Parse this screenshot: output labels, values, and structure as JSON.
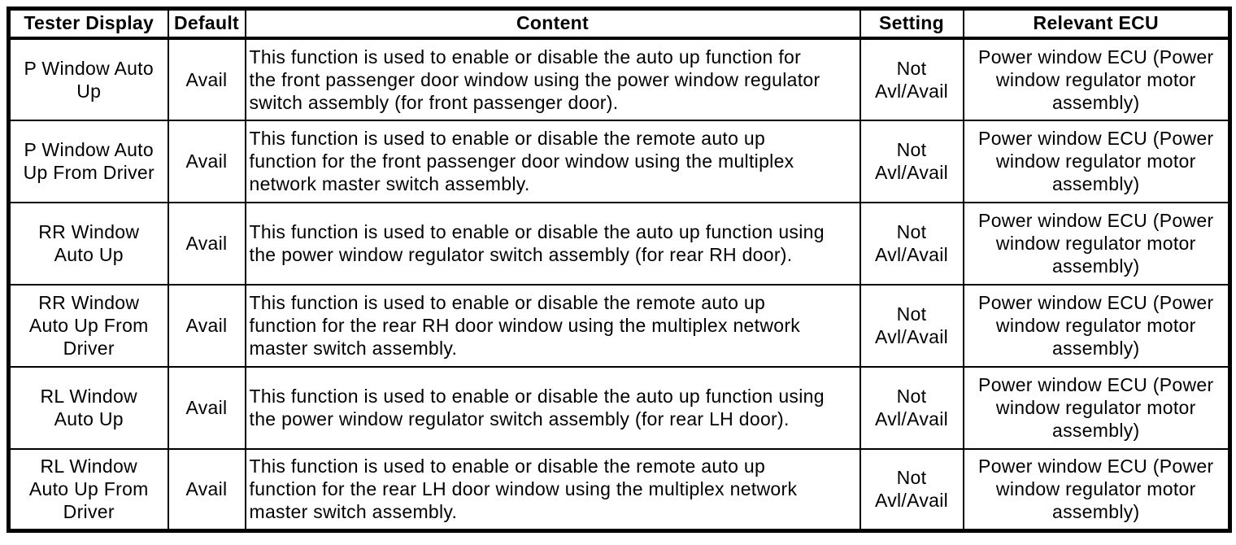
{
  "colors": {
    "background": "#ffffff",
    "text": "#000000",
    "border": "#000000"
  },
  "table": {
    "columns": [
      {
        "key": "tester_display",
        "label": "Tester Display"
      },
      {
        "key": "default",
        "label": "Default"
      },
      {
        "key": "content",
        "label": "Content"
      },
      {
        "key": "setting",
        "label": "Setting"
      },
      {
        "key": "relevant_ecu",
        "label": "Relevant ECU"
      }
    ],
    "rows": [
      {
        "tester_display": "P Window Auto\nUp",
        "default": "Avail",
        "content": "This function is used to enable or disable the auto up function for\nthe front passenger door window using the power window regulator\nswitch assembly (for front passenger door).",
        "setting": "Not\nAvl/Avail",
        "relevant_ecu": "Power window ECU (Power\nwindow regulator motor\nassembly)"
      },
      {
        "tester_display": "P Window Auto\nUp From Driver",
        "default": "Avail",
        "content": "This function is used to enable or disable the remote auto up\nfunction for the front passenger door window using the multiplex\nnetwork master switch assembly.",
        "setting": "Not\nAvl/Avail",
        "relevant_ecu": "Power window ECU (Power\nwindow regulator motor\nassembly)"
      },
      {
        "tester_display": "RR Window\nAuto Up",
        "default": "Avail",
        "content": "This function is used to enable or disable the auto up function using\nthe power window regulator switch assembly (for rear RH door).",
        "setting": "Not\nAvl/Avail",
        "relevant_ecu": "Power window ECU (Power\nwindow regulator motor\nassembly)"
      },
      {
        "tester_display": "RR Window\nAuto Up From\nDriver",
        "default": "Avail",
        "content": "This function is used to enable or disable the remote auto up\nfunction for the rear RH door window using the multiplex network\nmaster switch assembly.",
        "setting": "Not\nAvl/Avail",
        "relevant_ecu": "Power window ECU (Power\nwindow regulator motor\nassembly)"
      },
      {
        "tester_display": "RL Window\nAuto Up",
        "default": "Avail",
        "content": "This function is used to enable or disable the auto up function using\nthe power window regulator switch assembly (for rear LH door).",
        "setting": "Not\nAvl/Avail",
        "relevant_ecu": "Power window ECU (Power\nwindow regulator motor\nassembly)"
      },
      {
        "tester_display": "RL Window\nAuto Up From\nDriver",
        "default": "Avail",
        "content": "This function is used to enable or disable the remote auto up\nfunction for the rear LH door window using the multiplex network\nmaster switch assembly.",
        "setting": "Not\nAvl/Avail",
        "relevant_ecu": "Power window ECU (Power\nwindow regulator motor\nassembly)"
      }
    ]
  }
}
